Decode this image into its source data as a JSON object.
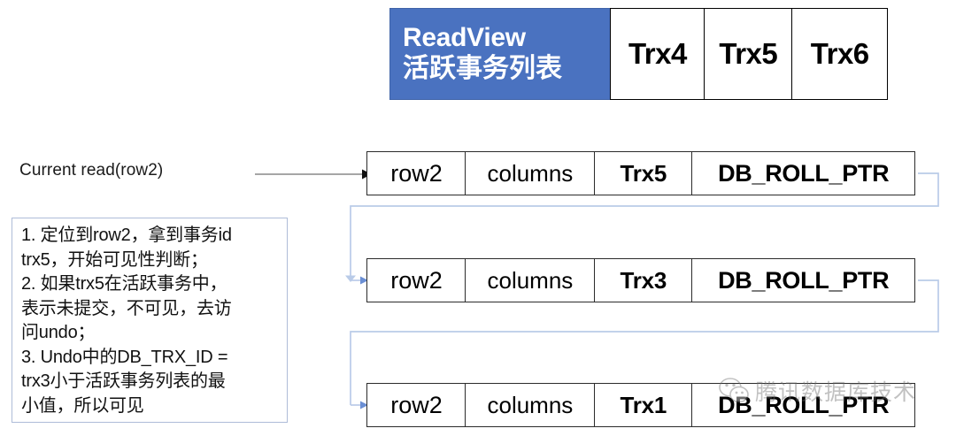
{
  "readview": {
    "header_line1": "ReadView",
    "header_line2": "活跃事务列表",
    "header_bg": "#4a72c0",
    "active_transactions": [
      "Trx4",
      "Trx5",
      "Trx6"
    ]
  },
  "current_read": {
    "label": "Current read(row2)",
    "arrow_color": "#808080"
  },
  "version_chain": {
    "columns": [
      "row",
      "columns",
      "trx",
      "roll_ptr"
    ],
    "rows": [
      {
        "row": "row2",
        "columns": "columns",
        "trx": "Trx5",
        "roll_ptr": "DB_ROLL_PTR"
      },
      {
        "row": "row2",
        "columns": "columns",
        "trx": "Trx3",
        "roll_ptr": "DB_ROLL_PTR"
      },
      {
        "row": "row2",
        "columns": "columns",
        "trx": "Trx1",
        "roll_ptr": "DB_ROLL_PTR"
      }
    ],
    "connector_color": "#b9cbe8"
  },
  "explanation": {
    "line1": "1. 定位到row2，拿到事务id",
    "line2": "trx5，开始可见性判断；",
    "line3": "2. 如果trx5在活跃事务中，",
    "line4": "表示未提交，不可见，去访",
    "line5": "问undo；",
    "line6": "3. Undo中的DB_TRX_ID  =",
    "line7": "trx3小于活跃事务列表的最",
    "line8": "小值，所以可见",
    "border_color": "#aebcd8"
  },
  "watermark": {
    "text": "腾讯数据库技术",
    "icon": "wechat-icon"
  }
}
